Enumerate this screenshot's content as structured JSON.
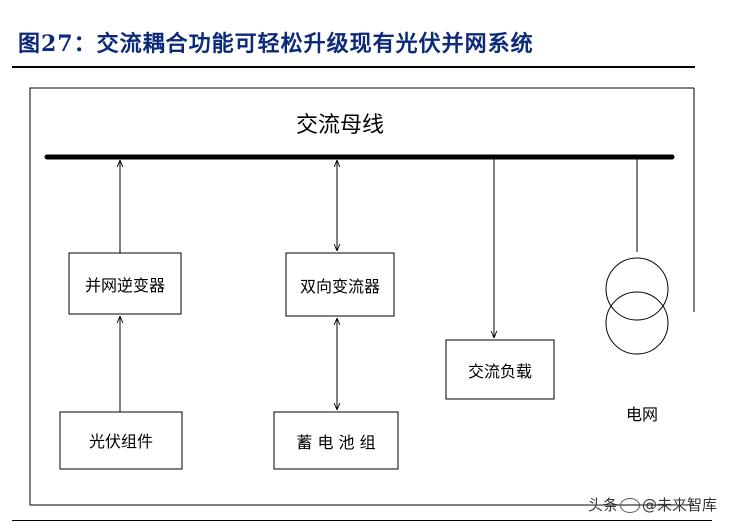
{
  "title": "图27：交流耦合功能可轻松升级现有光伏并网系统",
  "diagram": {
    "bus_label": "交流母线",
    "boxes": {
      "grid_inverter": "并网逆变器",
      "pv_module": "光伏组件",
      "bidirectional_converter": "双向变流器",
      "battery_pack": "蓄 电 池 组",
      "ac_load": "交流负载"
    },
    "grid_label": "电网"
  },
  "watermark": {
    "prefix": "头条",
    "handle": "@未来智库"
  }
}
